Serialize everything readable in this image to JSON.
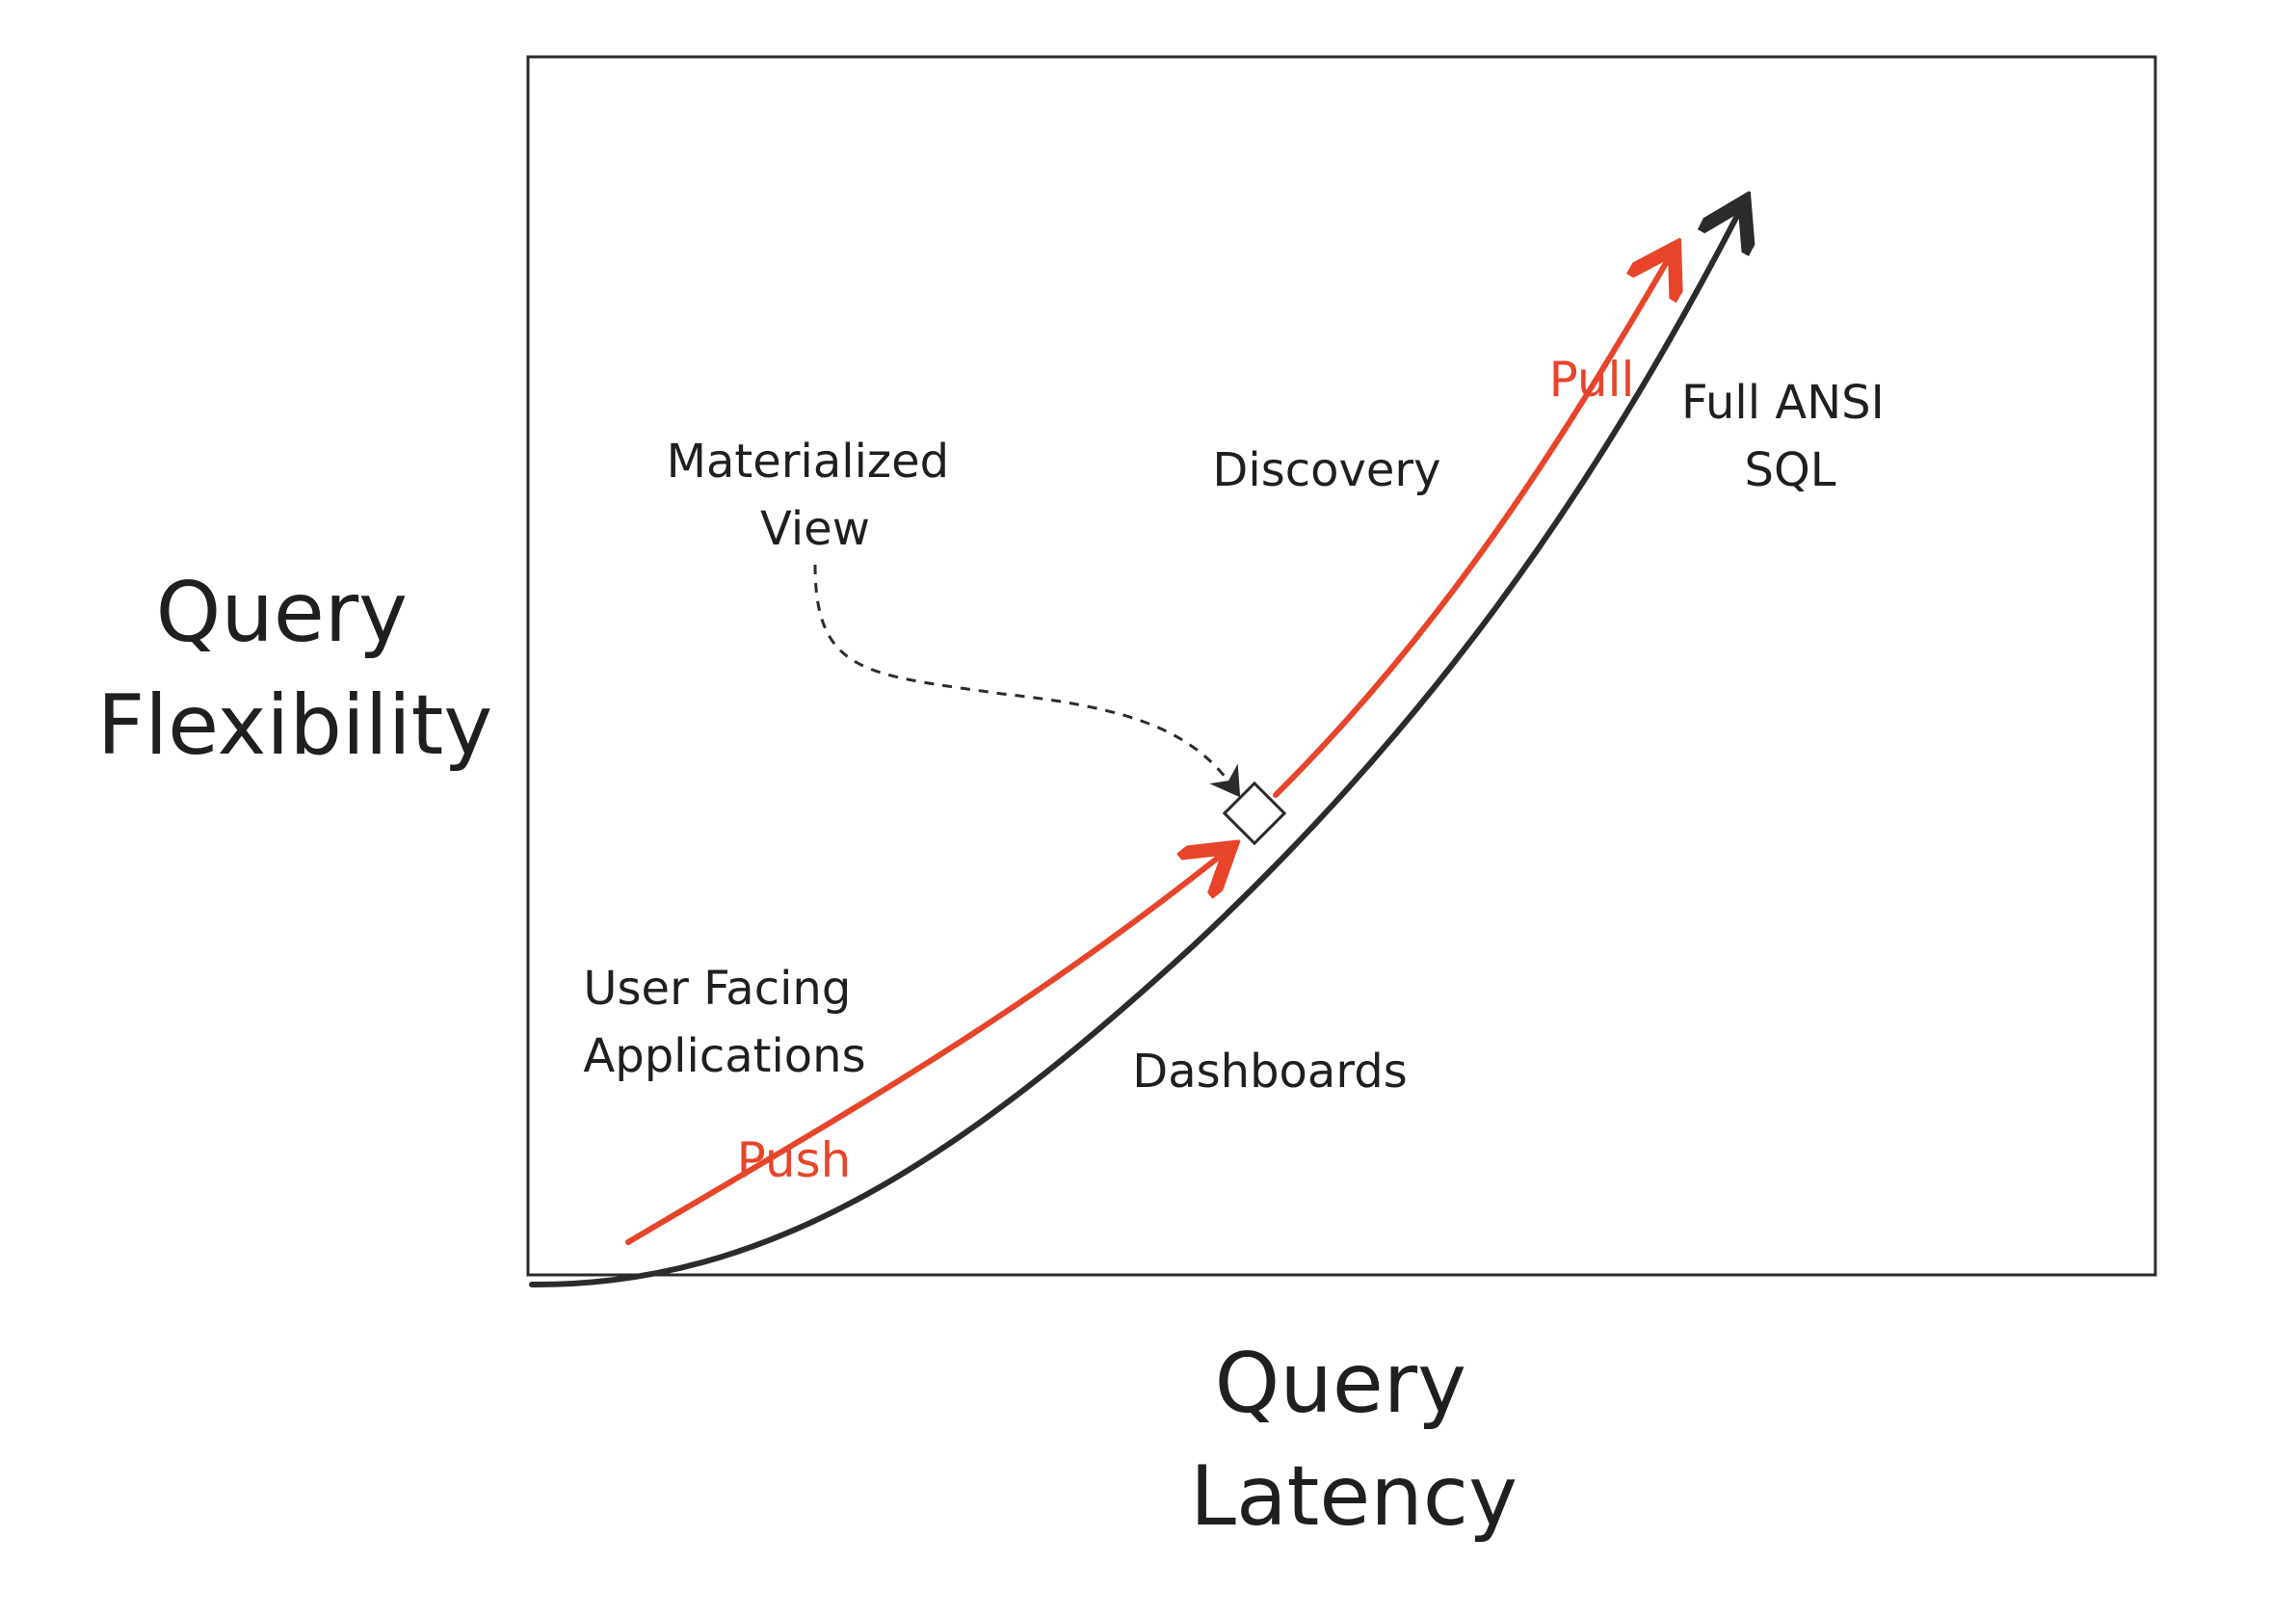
{
  "axes": {
    "y_title_lines": [
      "Query",
      "Flexibility"
    ],
    "x_title_lines": [
      "Query",
      "Latency"
    ]
  },
  "labels": {
    "materialized_view": [
      "Materialized",
      "View"
    ],
    "discovery": "Discovery",
    "full_ansi_sql": [
      "Full ANSI",
      "SQL"
    ],
    "user_facing": [
      "User Facing",
      "Applications"
    ],
    "dashboards": "Dashboards",
    "push": "Push",
    "pull": "Pull"
  },
  "colors": {
    "main_curve": "#2b2b2b",
    "flow_curve": "#e8442a",
    "frame": "#2b2b2b",
    "text": "#1f1f1f"
  }
}
